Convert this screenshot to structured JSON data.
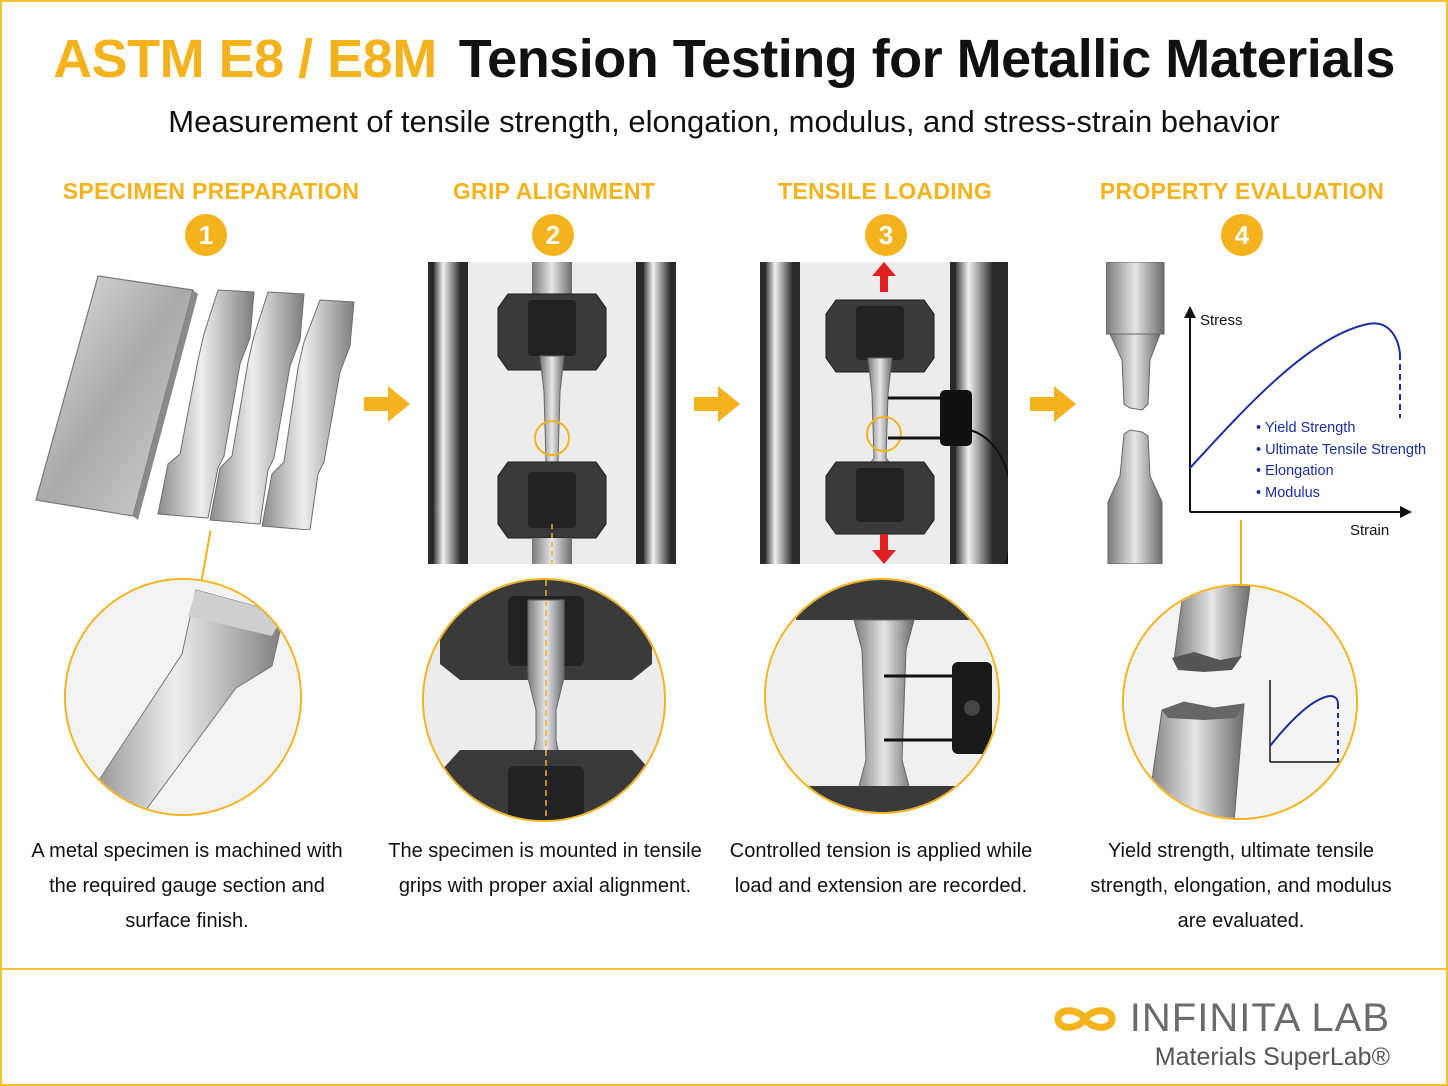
{
  "header": {
    "standard": "ASTM E8 / E8M",
    "title": "Tension Testing for Metallic Materials",
    "subtitle": "Measurement of tensile strength, elongation, modulus, and stress-strain behavior"
  },
  "steps": [
    {
      "title": "SPECIMEN PREPARATION",
      "number": "1",
      "caption": "A metal specimen is machined with the required gauge section and surface finish."
    },
    {
      "title": "GRIP ALIGNMENT",
      "number": "2",
      "caption": "The specimen is mounted in tensile grips with proper axial alignment."
    },
    {
      "title": "TENSILE LOADING",
      "number": "3",
      "caption": "Controlled tension is applied while load and extension are recorded."
    },
    {
      "title": "PROPERTY EVALUATION",
      "number": "4",
      "caption": "Yield strength, ultimate tensile strength, elongation, and modulus are evaluated."
    }
  ],
  "chart": {
    "ylabel": "Stress",
    "xlabel": "Strain",
    "bullets": [
      "Yield Strength",
      "Ultimate Tensile Strength",
      "Elongation",
      "Modulus"
    ]
  },
  "logo": {
    "name": "INFINITA LAB",
    "tagline": "Materials SuperLab®"
  },
  "colors": {
    "accent": "#f4b21c",
    "curve": "#1a2e9e",
    "arrow_red": "#e02020"
  }
}
